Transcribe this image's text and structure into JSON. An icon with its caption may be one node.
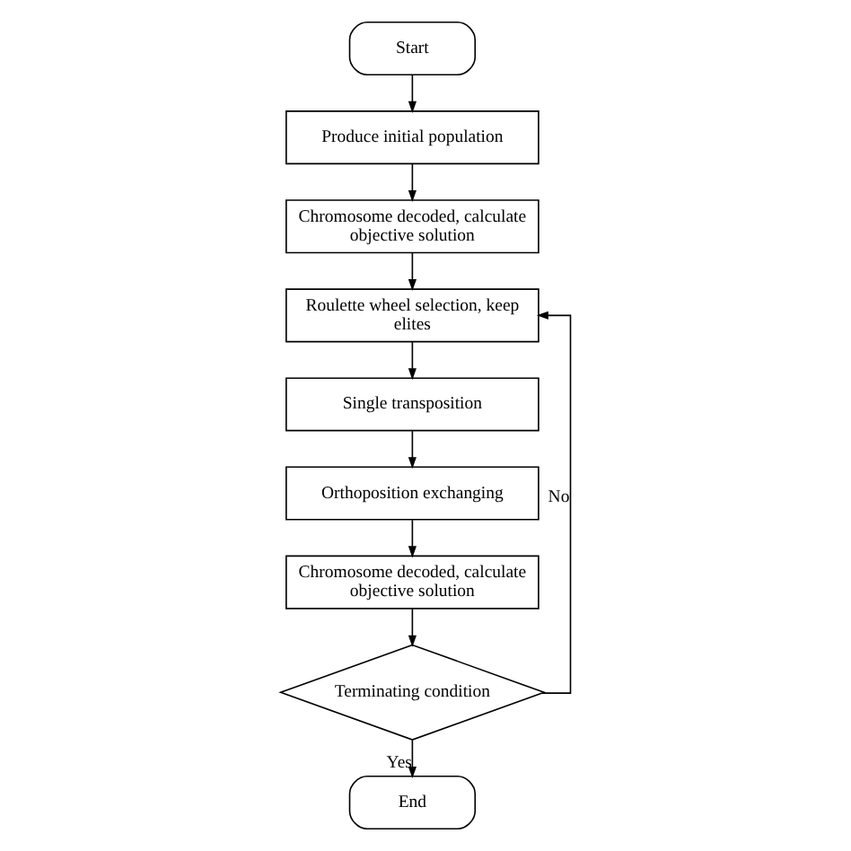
{
  "diagram": {
    "nodes": [
      {
        "text": [
          "Start"
        ]
      },
      {
        "text": [
          "Produce initial population"
        ]
      },
      {
        "text": [
          "Chromosome decoded, calculate objective solution"
        ]
      },
      {
        "text": [
          "Roulette wheel selection, keep elites"
        ]
      },
      {
        "text": [
          "Single transposition"
        ]
      },
      {
        "text": [
          "Orthoposition exchanging"
        ]
      },
      {
        "text": [
          "Chromosome decoded, calculate objective solution"
        ]
      },
      {
        "text": [
          "Terminating condition"
        ]
      },
      {
        "text": [
          "End"
        ]
      }
    ],
    "edges": [
      {
        "from": 0,
        "to": 1,
        "arrow": "to"
      },
      {
        "from": 1,
        "to": 2,
        "arrow": "to"
      },
      {
        "from": 2,
        "to": 3,
        "arrow": "to"
      },
      {
        "from": 3,
        "to": 4,
        "arrow": "to"
      },
      {
        "from": 4,
        "to": 5,
        "arrow": "to"
      },
      {
        "from": 5,
        "to": 6,
        "arrow": "to"
      },
      {
        "from": 6,
        "to": 7,
        "arrow": "to"
      },
      {
        "from": 7,
        "to": 3,
        "arrow": "to",
        "label": "No"
      },
      {
        "from": 7,
        "to": 8,
        "arrow": "to",
        "label": "Yes"
      }
    ]
  }
}
